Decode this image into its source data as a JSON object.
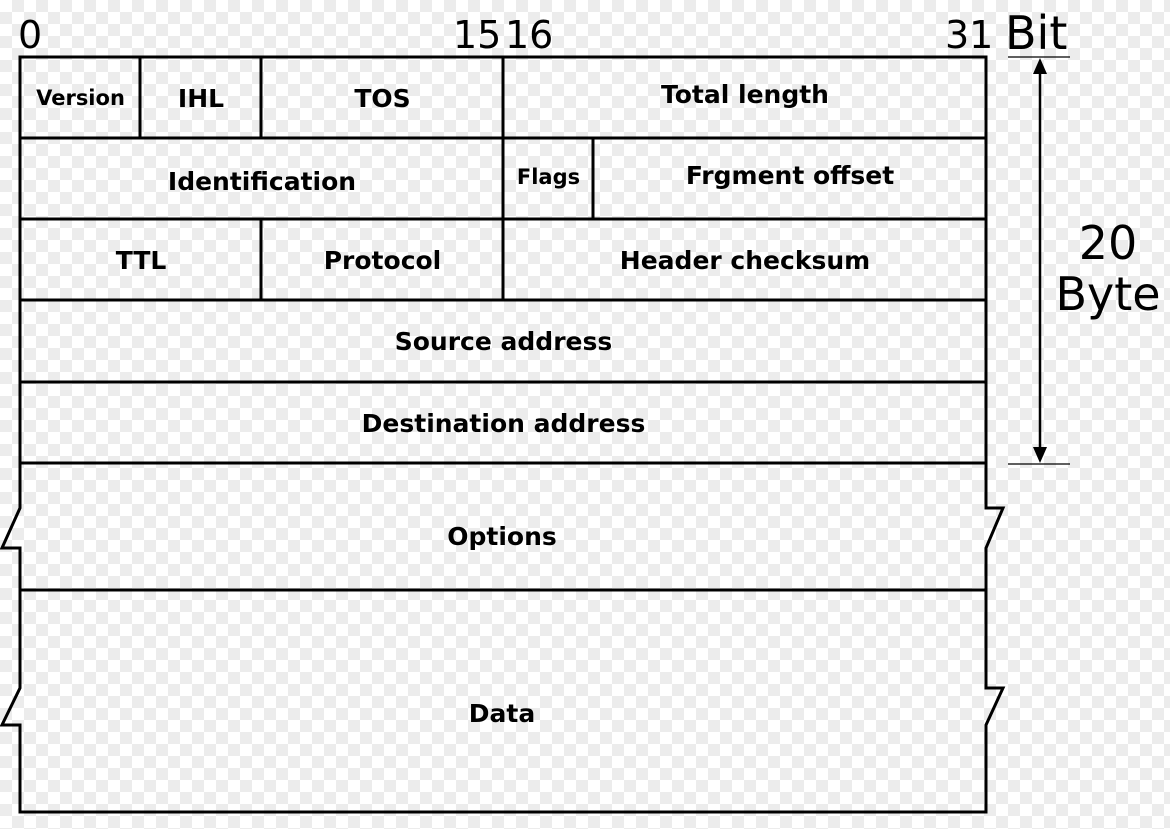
{
  "bit_axis": {
    "start": "0",
    "mid_end": "15",
    "mid_start": "16",
    "end": "31",
    "unit": "Bit"
  },
  "size_annotation": {
    "value": "20",
    "unit": "Byte"
  },
  "rows": {
    "row1": {
      "version": "Version",
      "ihl": "IHL",
      "tos": "TOS",
      "total_length": "Total length"
    },
    "row2": {
      "identification": "Identification",
      "flags": "Flags",
      "fragment_offset": "Frgment offset"
    },
    "row3": {
      "ttl": "TTL",
      "protocol": "Protocol",
      "header_checksum": "Header checksum"
    },
    "row4": {
      "source_address": "Source address"
    },
    "row5": {
      "destination_address": "Destination address"
    },
    "options": "Options",
    "data": "Data"
  }
}
